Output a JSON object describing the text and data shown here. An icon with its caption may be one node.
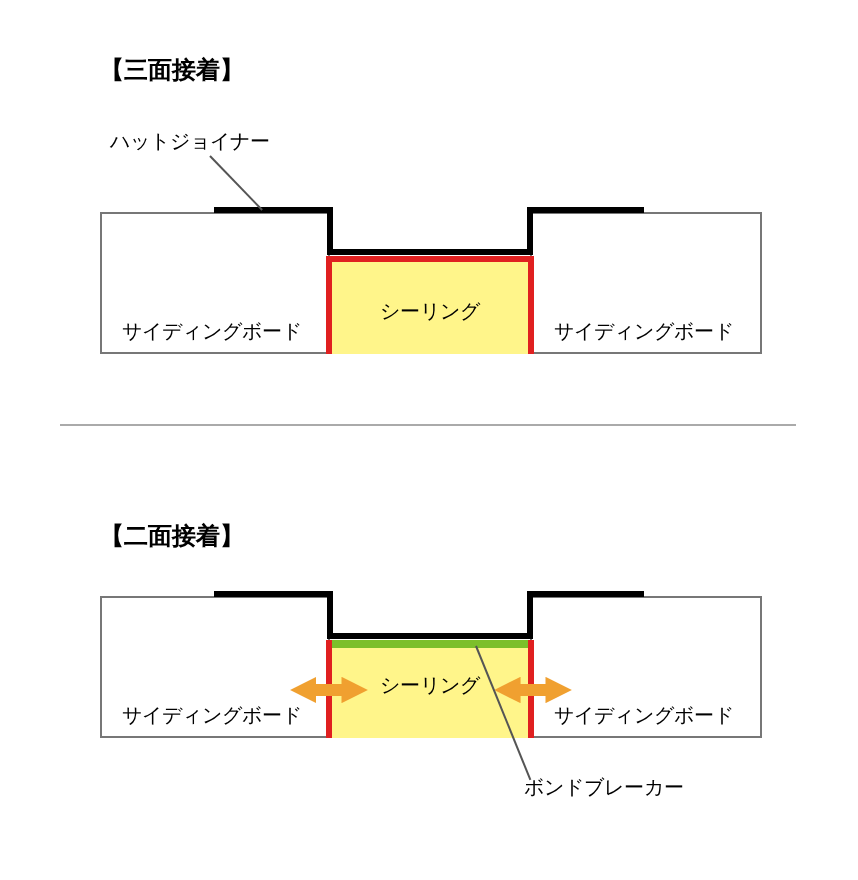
{
  "diagram": {
    "nodes": [
      {
        "text": [
          "ハットジョイナー"
        ]
      },
      {
        "text": [],
        "shape": "bar"
      },
      {
        "text": [
          "サイディングボード"
        ]
      },
      {
        "text": [
          "シーリング"
        ]
      },
      {
        "text": [
          "サイディングボード"
        ]
      },
      {
        "text": [
          "サイディングボード"
        ]
      },
      {
        "text": [
          "シーリング"
        ]
      },
      {
        "text": [
          "サイディングボード"
        ]
      },
      {
        "text": [],
        "shape": "bar",
        "in": 6
      },
      {
        "text": [
          "ボンドブレーカー"
        ]
      },
      {
        "text": [],
        "shape": "bar"
      }
    ],
    "edges": [
      {
        "from": 0,
        "to": 1,
        "arrow": "none"
      },
      {
        "from": 5,
        "to": 6,
        "arrow": "both",
        "style": "thick",
        "color": "#f0a030"
      },
      {
        "from": 7,
        "to": 6,
        "arrow": "both",
        "style": "thick",
        "color": "#f0a030"
      },
      {
        "from": 9,
        "to": 8,
        "arrow": "none"
      }
    ],
    "labels": [
      "【三面接着】",
      "【二面接着】"
    ]
  }
}
